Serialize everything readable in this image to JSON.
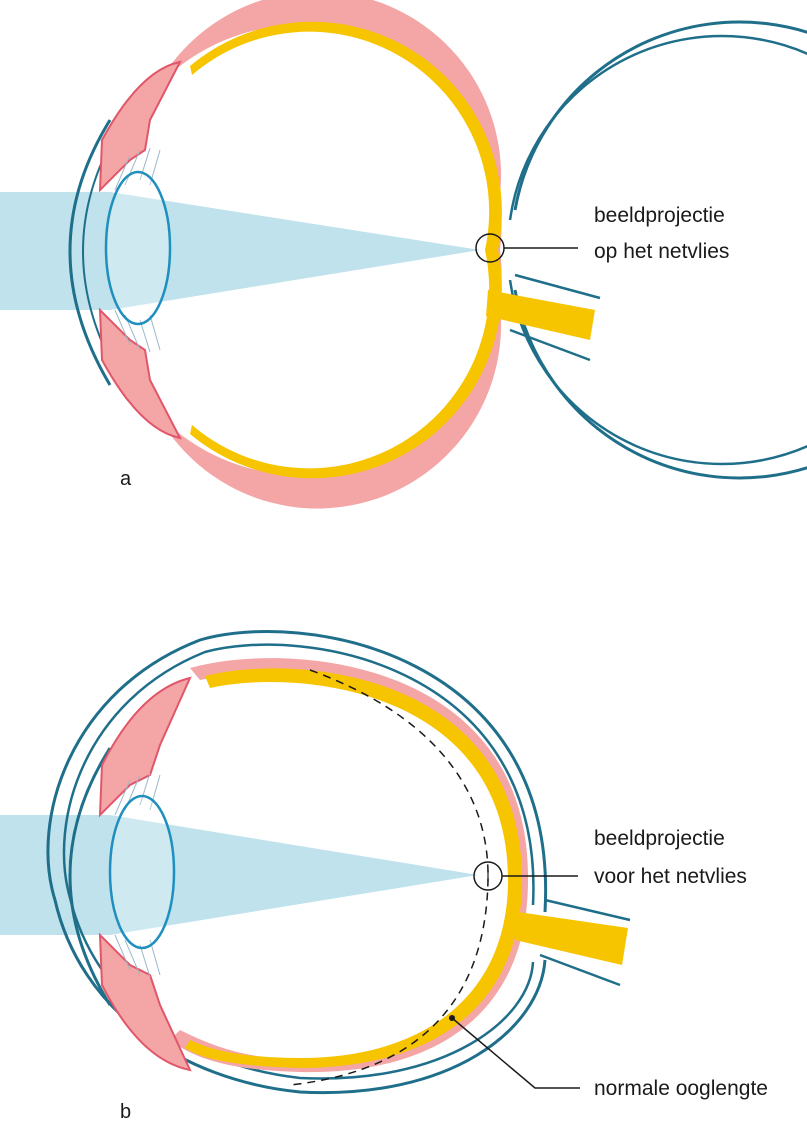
{
  "panels": [
    {
      "letter": "a",
      "label_lines": [
        "beeldprojectie",
        "op het netvlies"
      ]
    },
    {
      "letter": "b",
      "label_lines": [
        "beeldprojectie",
        "voor het netvlies"
      ],
      "extra_label": "normale ooglengte"
    }
  ],
  "colors": {
    "sclera": "#1f6f8b",
    "choroid": "#f4a5a5",
    "choroid_edge": "#e0566a",
    "retina": "#f7c400",
    "light": "#bfe2ec",
    "lens": "#1f8fbf",
    "zonule": "#9cb8c8",
    "ink": "#1a1a1a"
  }
}
